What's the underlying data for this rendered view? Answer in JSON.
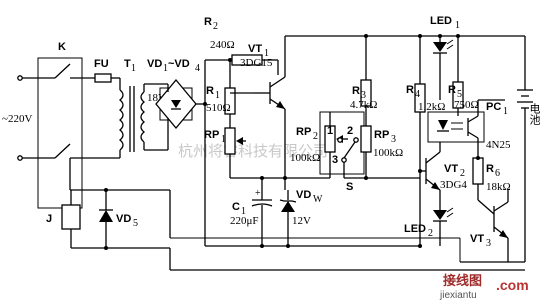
{
  "labels": {
    "relay_contacts": "K",
    "mains": "~220V",
    "fuse": "FU",
    "transformer": "T",
    "transformer_sub": "1",
    "secondary_voltage": "18V",
    "bridge": "VD",
    "bridge_sub": "1",
    "bridge_range": "~VD",
    "bridge_sub2": "4",
    "r2": "R",
    "r2_sub": "2",
    "r2_value": "240Ω",
    "vt1": "VT",
    "vt1_sub": "1",
    "vt1_type": "3DG15",
    "r1": "R",
    "r1_sub": "1",
    "r1_value": "510Ω",
    "rp1": "RP",
    "rp1_sub": "1",
    "c1": "C",
    "c1_sub": "1",
    "c1_value": "220μF",
    "vdw": "VD",
    "vdw_sub": "W",
    "vdw_value": "12V",
    "rp2": "RP",
    "rp2_sub": "2",
    "rp2_value": "100kΩ",
    "r3": "R",
    "r3_sub": "3",
    "r3_value": "4.7kΩ",
    "switch_1": "1",
    "switch_2": "2",
    "switch_3": "3",
    "switch_label": "S",
    "rp3": "RP",
    "rp3_sub": "3",
    "rp3_value": "100kΩ",
    "led1": "LED",
    "led1_sub": "1",
    "r4": "R",
    "r4_sub": "4",
    "r4_value": "1.2kΩ",
    "r5": "R",
    "r5_sub": "5",
    "r5_value": "750Ω",
    "pc1": "PC",
    "pc1_sub": "1",
    "pc1_type": "4N25",
    "vt2": "VT",
    "vt2_sub": "2",
    "vt2_type": "3DG4",
    "r6": "R",
    "r6_sub": "6",
    "r6_value": "18kΩ",
    "led2": "LED",
    "led2_sub": "2",
    "vt3": "VT",
    "vt3_sub": "3",
    "battery": "电池",
    "relay": "J",
    "vd5": "VD",
    "vd5_sub": "5"
  },
  "watermark": {
    "company": "杭州将睿科技有限公司",
    "brand": "接线图",
    "url": "jiexiantu",
    "com": ".com"
  }
}
